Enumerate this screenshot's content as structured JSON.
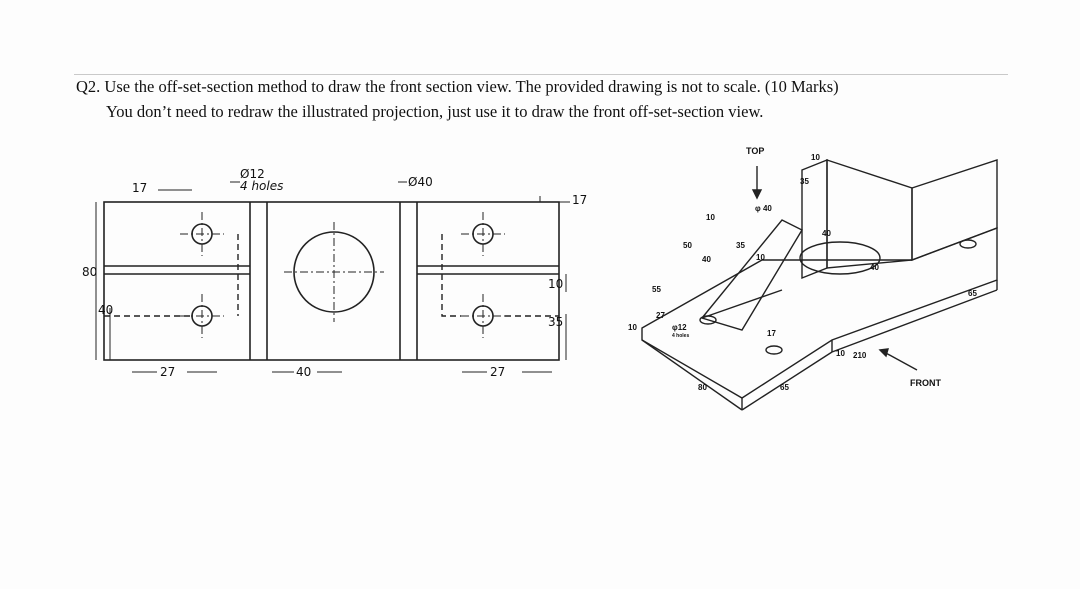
{
  "question": {
    "line1": "Q2. Use the off-set-section method to draw the front section view.  The provided drawing is not to scale. (10 Marks)",
    "line2": "You don’t need to redraw the illustrated projection, just use it to draw the front off-set-section view."
  },
  "top_view": {
    "hole_label": "Ø12",
    "hole_count_label": "4 holes",
    "center_hole_label": "Ø40",
    "dims": {
      "left_17": "17",
      "right_17": "17",
      "height_80": "80",
      "height_40": "40",
      "right_10": "10",
      "right_35": "35",
      "bottom_left_27": "27",
      "bottom_mid_40": "40",
      "bottom_right_27": "27"
    }
  },
  "isometric": {
    "top_label": "TOP",
    "front_label": "FRONT",
    "hole_label": "φ12",
    "hole_count_label": "4 holes",
    "bore_label": "φ 40",
    "dims": {
      "d10_top": "10",
      "d35_top": "35",
      "d10_a": "10",
      "d50": "50",
      "d40_a": "40",
      "d35_b": "35",
      "d10_b": "10",
      "d40_b": "40",
      "d40_c": "40",
      "d65_right": "65",
      "d55": "55",
      "d27": "27",
      "d10_left": "10",
      "d17": "17",
      "d10_c": "10",
      "d210": "210",
      "d80": "80",
      "d65_bottom": "65"
    }
  }
}
